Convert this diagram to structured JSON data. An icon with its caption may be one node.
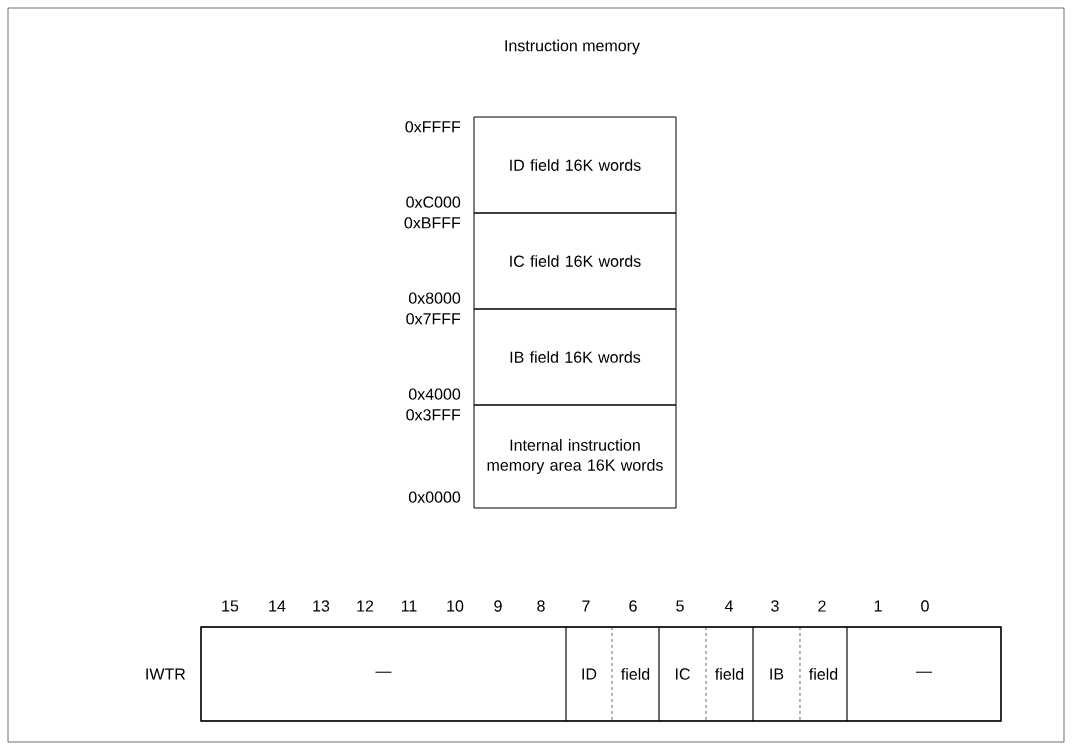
{
  "diagram": {
    "title": "Instruction memory",
    "nodes": [
      {
        "text": [
          "ID field 16K words"
        ],
        "beside": [
          "0xFFFF",
          "0xC000"
        ]
      },
      {
        "text": [
          "IC field 16K words"
        ],
        "beside": [
          "0xBFFF",
          "0x8000"
        ]
      },
      {
        "text": [
          "IB field 16K words"
        ],
        "beside": [
          "0x7FFF",
          "0x4000"
        ]
      },
      {
        "text": [
          "Internal instruction memory area 16K words"
        ],
        "beside": [
          "0x3FFF",
          "0x0000"
        ]
      },
      {
        "text": [
          "—"
        ]
      },
      {
        "text": [
          "ID",
          "field"
        ]
      },
      {
        "text": [
          "IC",
          "field"
        ]
      },
      {
        "text": [
          "IB",
          "field"
        ]
      },
      {
        "text": [
          "—"
        ]
      }
    ],
    "labels": [
      "15",
      "14",
      "13",
      "12",
      "11",
      "10",
      "9",
      "8",
      "7",
      "6",
      "5",
      "4",
      "3",
      "2",
      "1",
      "0",
      "IWTR"
    ]
  }
}
